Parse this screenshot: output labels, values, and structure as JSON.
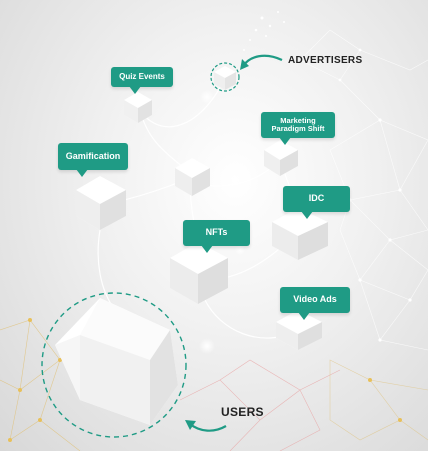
{
  "labels": {
    "advertisers": "ADVERTISERS",
    "users": "USERS"
  },
  "tags": {
    "quiz_events": "Quiz Events",
    "marketing_paradigm_shift": "Marketing Paradigm Shift",
    "gamification": "Gamification",
    "idc": "IDC",
    "nfts": "NFTs",
    "video_ads": "Video Ads"
  },
  "colors": {
    "accent": "#1f9b85",
    "cube_light": "#ffffff",
    "cube_mid": "#ececec",
    "cube_dark": "#d9d9d9",
    "network_gold": "#e0c27a",
    "network_pink": "#e8a0a0"
  }
}
